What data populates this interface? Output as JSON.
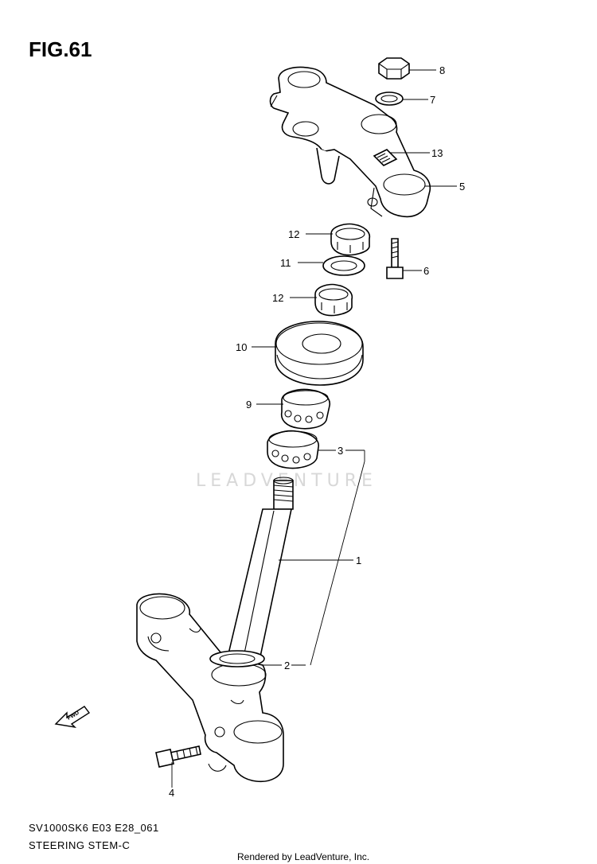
{
  "figure": {
    "title": "FIG.61",
    "model_code": "SV1000SK6 E03 E28_061",
    "caption": "STEERING STEM-C",
    "credit": "Rendered by LeadVenture, Inc.",
    "watermark": "LEADVENTURE",
    "fwd_label": "FWD"
  },
  "callouts": [
    {
      "id": "8",
      "label": "8"
    },
    {
      "id": "7",
      "label": "7"
    },
    {
      "id": "13",
      "label": "13"
    },
    {
      "id": "5",
      "label": "5"
    },
    {
      "id": "12a",
      "label": "12"
    },
    {
      "id": "11",
      "label": "11"
    },
    {
      "id": "6",
      "label": "6"
    },
    {
      "id": "12b",
      "label": "12"
    },
    {
      "id": "10",
      "label": "10"
    },
    {
      "id": "9",
      "label": "9"
    },
    {
      "id": "3",
      "label": "3"
    },
    {
      "id": "1",
      "label": "1"
    },
    {
      "id": "2",
      "label": "2"
    },
    {
      "id": "4",
      "label": "4"
    }
  ]
}
